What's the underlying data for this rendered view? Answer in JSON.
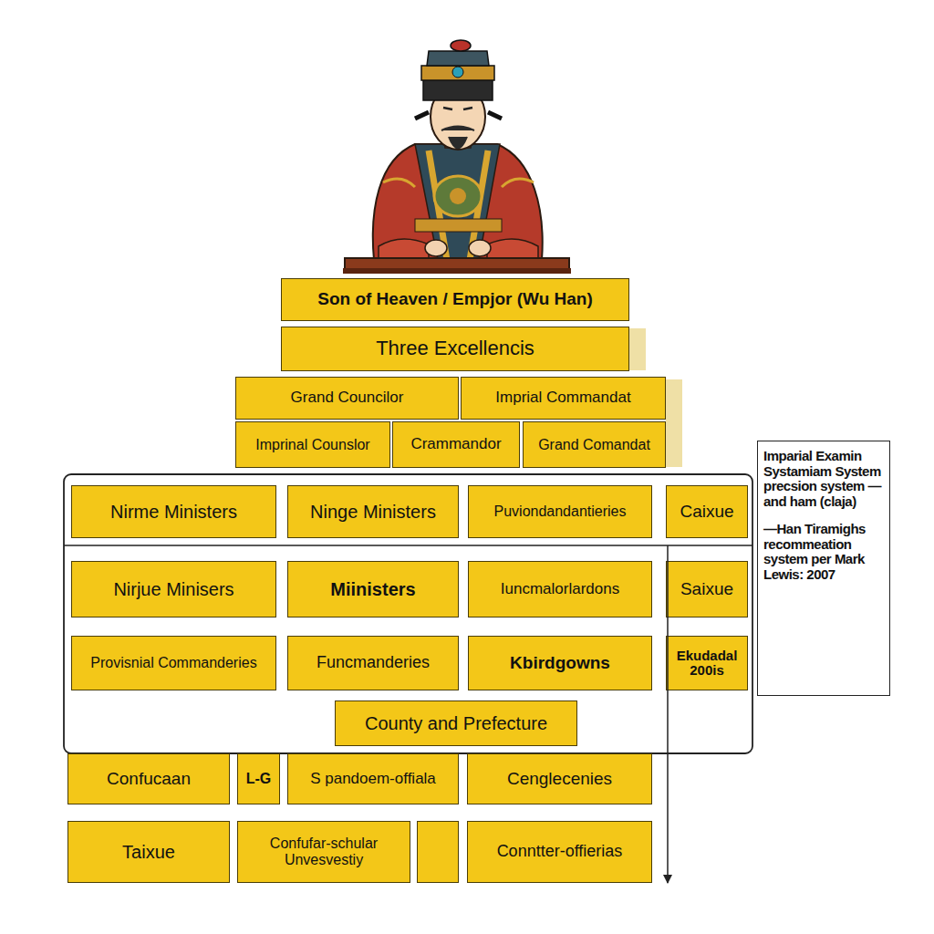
{
  "diagram": {
    "nodes": [
      {
        "text": [
          "Son of Heaven / Empjor (Wu Han)"
        ]
      },
      {
        "text": [
          "Three Excellencis"
        ]
      },
      {
        "text": [
          "Grand Councilor"
        ]
      },
      {
        "text": [
          "Imprial Commandat"
        ]
      },
      {
        "text": [
          "Imprinal Counslor"
        ]
      },
      {
        "text": [
          "Crammandor"
        ]
      },
      {
        "text": [
          "Grand Comandat"
        ]
      },
      {
        "text": [
          "Imparial Examin Systamiam System precsion system —and ham (claja)",
          "—Han Tiramighs recommeation system per Mark Lewis: 2007"
        ]
      },
      {
        "text": [
          "Nirme Ministers"
        ]
      },
      {
        "text": [
          "Ninge Ministers"
        ]
      },
      {
        "text": [
          "Puviondandantieries"
        ]
      },
      {
        "text": [
          "Caixue"
        ]
      },
      {
        "text": [
          "Nirjue Minisers"
        ]
      },
      {
        "text": [
          "Miinisters"
        ]
      },
      {
        "text": [
          "Iuncmalorlardons"
        ]
      },
      {
        "text": [
          "Saixue"
        ]
      },
      {
        "text": [
          "Provisnial Commanderies"
        ]
      },
      {
        "text": [
          "Funcmanderies"
        ]
      },
      {
        "text": [
          "Kbirdgowns"
        ]
      },
      {
        "text": [
          "Ekudadal 200is"
        ]
      },
      {
        "text": [
          "County and Prefecture"
        ]
      },
      {
        "text": [
          "Confucaan"
        ]
      },
      {
        "text": [
          "L-G"
        ]
      },
      {
        "text": [
          "S pandoem-offiala"
        ]
      },
      {
        "text": [
          "Cenglecenies"
        ]
      },
      {
        "text": [
          "Taixue"
        ]
      },
      {
        "text": [
          "Confufar-schular Unvesvestiy"
        ]
      },
      {
        "text": [
          "Conntter-offierias"
        ]
      }
    ]
  }
}
